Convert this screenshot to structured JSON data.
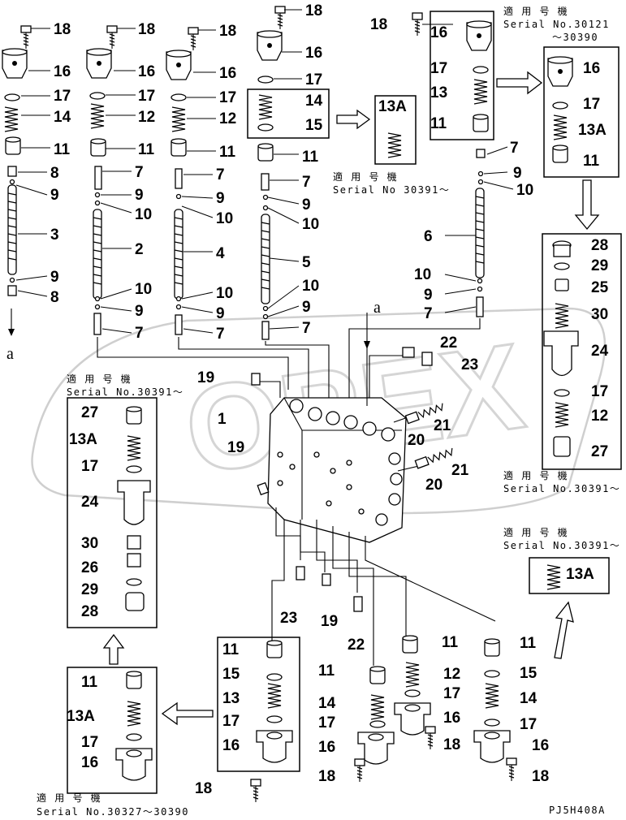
{
  "serial_labels": {
    "top_right_a": "適 用 号 機",
    "top_right_b": "Serial No.30121",
    "top_right_c": "～30390",
    "mid_a": "適 用 号 機",
    "mid_b": "Serial No 30391～",
    "left_a": "適 用 号 機",
    "left_b": "Serial No.30391～",
    "right_a": "適 用 号 機",
    "right_b": "Serial No.30391～",
    "right2_a": "適 用 号 機",
    "right2_b": "Serial No.30391～",
    "bottom_a": "適 用 号 機",
    "bottom_b": "Serial No.30327～30390"
  },
  "callouts": {
    "c18a": "18",
    "c16a": "16",
    "c17a": "17",
    "c14a": "14",
    "c11a": "11",
    "c8a": "8",
    "c9a": "9",
    "c3": "3",
    "c9b": "9",
    "c8b": "8",
    "c18b": "18",
    "c16b": "16",
    "c17b": "17",
    "c12a": "12",
    "c11b": "11",
    "c7a": "7",
    "c9c": "9",
    "c10a": "10",
    "c2": "2",
    "c10b": "10",
    "c9d": "9",
    "c7b": "7",
    "c18c": "18",
    "c16c": "16",
    "c17c": "17",
    "c12b": "12",
    "c11c": "11",
    "c7c": "7",
    "c9e": "9",
    "c10c": "10",
    "c4": "4",
    "c10d": "10",
    "c9f": "9",
    "c7d": "7",
    "c18d": "18",
    "c16d": "16",
    "c17d": "17",
    "c14b": "14",
    "c15a": "15",
    "c11d": "11",
    "c7e": "7",
    "c9g": "9",
    "c10e": "10",
    "c5": "5",
    "c10f": "10",
    "c9h": "9",
    "c7f": "7",
    "c13A_a": "13A",
    "c18e": "18",
    "c16e": "16",
    "c17e": "17",
    "c13a": "13",
    "c11e": "11",
    "c16f": "16",
    "c17f": "17",
    "c13A_b": "13A",
    "c11f": "11",
    "c7g": "7",
    "c9i": "9",
    "c10g": "10",
    "c6": "6",
    "c10h": "10",
    "c9j": "9",
    "c7h": "7",
    "c28a": "28",
    "c29a": "29",
    "c25": "25",
    "c30a": "30",
    "c24a": "24",
    "c17g": "17",
    "c12c": "12",
    "c27a": "27",
    "c22a": "22",
    "c23a": "23",
    "c19a": "19",
    "c1": "1",
    "c19b": "19",
    "c21a": "21",
    "c20a": "20",
    "c21b": "21",
    "c20b": "20",
    "c27b": "27",
    "c13A_c": "13A",
    "c17h": "17",
    "c24b": "24",
    "c30b": "30",
    "c26": "26",
    "c29b": "29",
    "c28b": "28",
    "c13A_d": "13A",
    "c23b": "23",
    "c19c": "19",
    "c22b": "22",
    "c11g": "11",
    "c15b": "15",
    "c13b": "13",
    "c17i": "17",
    "c16g": "16",
    "c18f": "18",
    "c11h": "11",
    "c13A_e": "13A",
    "c17j": "17",
    "c16h": "16",
    "c11i": "11",
    "c14c": "14",
    "c17k": "17",
    "c16i": "16",
    "c18g": "18",
    "c11j": "11",
    "c12d": "12",
    "c17l": "17",
    "c16j": "16",
    "c18h": "18",
    "c11k": "11",
    "c15c": "15",
    "c14d": "14",
    "c17m": "17",
    "c16k": "16",
    "c18i": "18",
    "arrow_a_left": "a",
    "arrow_a_center": "a"
  },
  "drawing_code": "PJ5H408A",
  "watermark": "OPEX"
}
